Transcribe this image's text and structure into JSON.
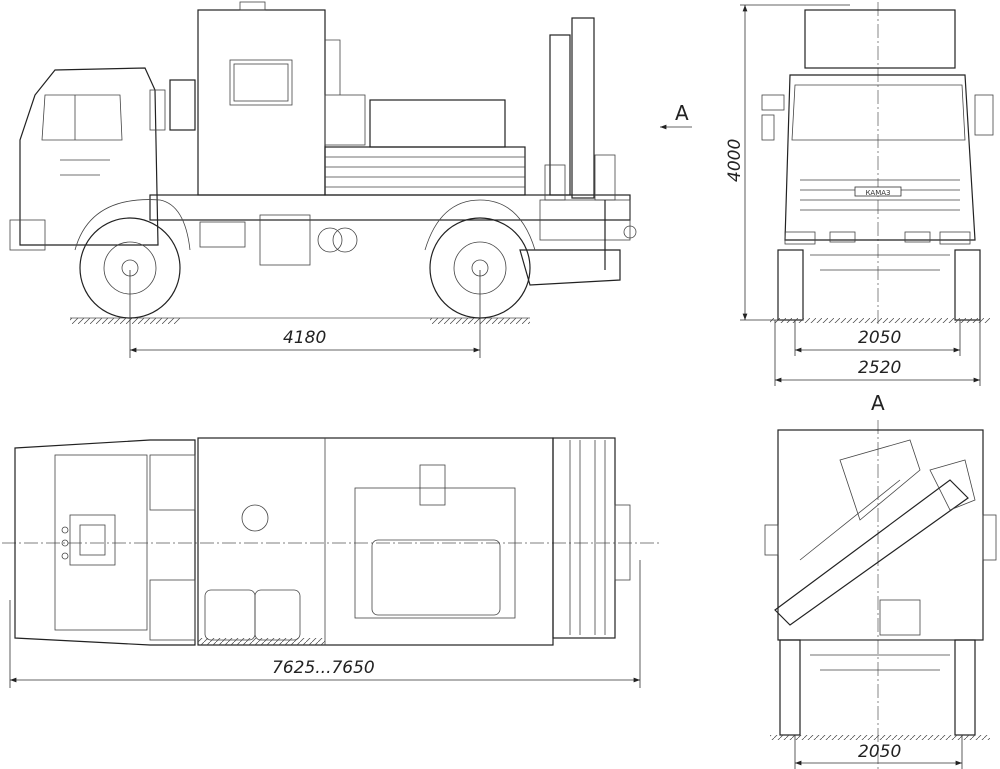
{
  "drawing": {
    "side_view": {
      "wheelbase_label": "4180",
      "view_marker": "A"
    },
    "front_view": {
      "height_label": "4000",
      "track_label": "2050",
      "width_label": "2520",
      "grille_logo": "КАМАЗ"
    },
    "top_view": {
      "length_label": "7625...7650"
    },
    "rear_view": {
      "view_title": "A",
      "track_label": "2050"
    }
  }
}
